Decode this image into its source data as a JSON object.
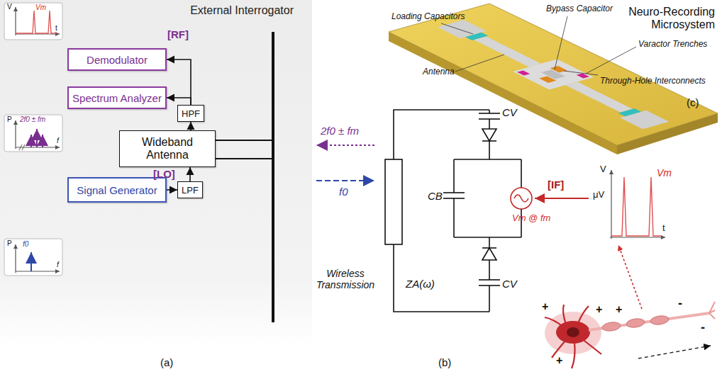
{
  "diagram": {
    "nodes": [
      {
        "text": [
          "External Interrogator"
        ]
      },
      {
        "text": [
          "Demodulator"
        ],
        "in": 0
      },
      {
        "text": [
          "Spectrum Analyzer"
        ],
        "in": 0
      },
      {
        "text": [
          "HPF"
        ],
        "in": 0
      },
      {
        "text": [
          "Wideband Antenna"
        ],
        "in": 0
      },
      {
        "text": [
          "LPF"
        ],
        "in": 0
      },
      {
        "text": [
          "Signal Generator"
        ],
        "in": 0
      }
    ],
    "edges": [
      {
        "from": 3,
        "to": 1,
        "arrow": "to"
      },
      {
        "from": 3,
        "to": 2,
        "arrow": "to"
      },
      {
        "from": 4,
        "to": 3,
        "arrow": "to"
      },
      {
        "from": 5,
        "to": 4,
        "arrow": "to"
      },
      {
        "from": 6,
        "to": 5,
        "arrow": "to"
      }
    ],
    "labels": [
      "[RF]",
      "[LO]",
      "V",
      "Vm",
      "t",
      "P",
      "2f0 ± fm",
      "f",
      "P",
      "f0",
      "f",
      "(a)",
      "2f0 ± fm",
      "f0",
      "Wireless Transmission",
      "CV",
      "CB",
      "Vm @ fm",
      "[IF]",
      "V",
      "μV",
      "Vm",
      "t",
      "CV",
      "ZA(ω)",
      "(b)",
      "Neuro-Recording Microsystem",
      "Loading Capacitors",
      "Antenna",
      "Bypass Capacitor",
      "Varactor Trenches",
      "Through-Hole Interconnects",
      "(c)",
      "+",
      "+",
      "+",
      "+",
      "-",
      "-"
    ]
  }
}
